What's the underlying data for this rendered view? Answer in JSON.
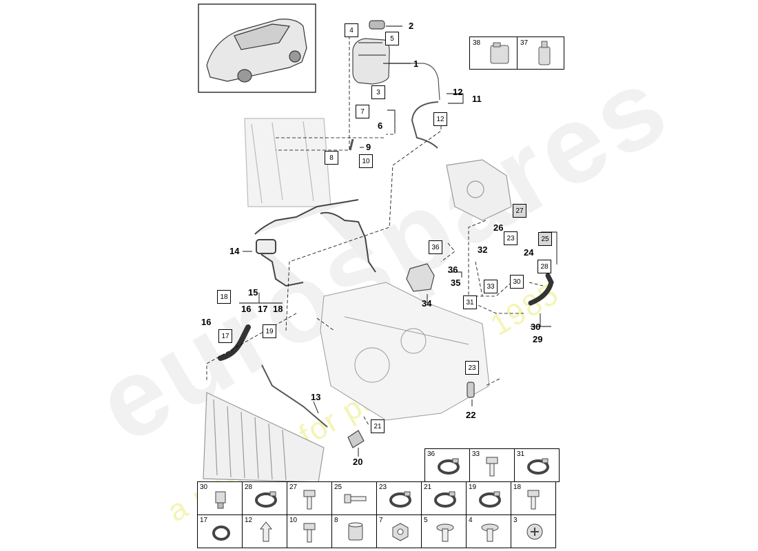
{
  "watermark": {
    "brand": "eurospares",
    "tagline": "a passion for parts since 1985"
  },
  "accessory_box": {
    "items": [
      {
        "num": "38",
        "icon": "coolant-jerrycan-icon"
      },
      {
        "num": "37",
        "icon": "fluid-bottle-icon"
      }
    ]
  },
  "callouts": [
    {
      "id": "c2",
      "text": "2"
    },
    {
      "id": "c1",
      "text": "1"
    },
    {
      "id": "c11",
      "text": "11"
    },
    {
      "id": "c12",
      "text": "12"
    },
    {
      "id": "c6",
      "text": "6"
    },
    {
      "id": "c9",
      "text": "9"
    },
    {
      "id": "c14",
      "text": "14"
    },
    {
      "id": "c15",
      "text": "15"
    },
    {
      "id": "c16a",
      "text": "16"
    },
    {
      "id": "c17a",
      "text": "17"
    },
    {
      "id": "c18a",
      "text": "18"
    },
    {
      "id": "c16b",
      "text": "16"
    },
    {
      "id": "c13",
      "text": "13"
    },
    {
      "id": "c20",
      "text": "20"
    },
    {
      "id": "c22",
      "text": "22"
    },
    {
      "id": "c34",
      "text": "34"
    },
    {
      "id": "c35",
      "text": "35"
    },
    {
      "id": "c36",
      "text": "36"
    },
    {
      "id": "c32",
      "text": "32"
    },
    {
      "id": "c26",
      "text": "26"
    },
    {
      "id": "c24",
      "text": "24"
    },
    {
      "id": "c30",
      "text": "30"
    },
    {
      "id": "c29",
      "text": "29"
    }
  ],
  "boxed_labels": [
    {
      "id": "b4",
      "text": "4"
    },
    {
      "id": "b5",
      "text": "5"
    },
    {
      "id": "b3",
      "text": "3"
    },
    {
      "id": "b7",
      "text": "7"
    },
    {
      "id": "b12a",
      "text": "12"
    },
    {
      "id": "b8",
      "text": "8"
    },
    {
      "id": "b10",
      "text": "10"
    },
    {
      "id": "b18",
      "text": "18"
    },
    {
      "id": "b17",
      "text": "17"
    },
    {
      "id": "b19",
      "text": "19"
    },
    {
      "id": "b21",
      "text": "21"
    },
    {
      "id": "b23a",
      "text": "23"
    },
    {
      "id": "b36",
      "text": "36"
    },
    {
      "id": "b33",
      "text": "33"
    },
    {
      "id": "b31",
      "text": "31"
    },
    {
      "id": "b30",
      "text": "30"
    },
    {
      "id": "b28",
      "text": "28"
    },
    {
      "id": "b27",
      "text": "27"
    },
    {
      "id": "b23b",
      "text": "23"
    },
    {
      "id": "b25",
      "text": "25"
    }
  ],
  "parts_table": {
    "row1": [
      {
        "num": "36",
        "icon": "hose-clamp-icon"
      },
      {
        "num": "33",
        "icon": "bolt-icon"
      },
      {
        "num": "31",
        "icon": "hose-clamp-icon"
      }
    ],
    "row2": [
      {
        "num": "30",
        "icon": "connector-icon"
      },
      {
        "num": "28",
        "icon": "hose-clamp-icon"
      },
      {
        "num": "27",
        "icon": "bolt-icon"
      },
      {
        "num": "25",
        "icon": "bolt-icon"
      },
      {
        "num": "23",
        "icon": "hose-clamp-icon"
      },
      {
        "num": "21",
        "icon": "hose-clamp-icon"
      },
      {
        "num": "19",
        "icon": "hose-clamp-icon"
      },
      {
        "num": "18",
        "icon": "bolt-icon"
      }
    ],
    "row3": [
      {
        "num": "17",
        "icon": "seal-ring-icon"
      },
      {
        "num": "12",
        "icon": "clip-icon"
      },
      {
        "num": "10",
        "icon": "bolt-icon"
      },
      {
        "num": "8",
        "icon": "spacer-sleeve-icon"
      },
      {
        "num": "7",
        "icon": "nut-icon"
      },
      {
        "num": "5",
        "icon": "flange-bolt-icon"
      },
      {
        "num": "4",
        "icon": "flange-bolt-icon"
      },
      {
        "num": "3",
        "icon": "screw-head-icon"
      }
    ]
  }
}
